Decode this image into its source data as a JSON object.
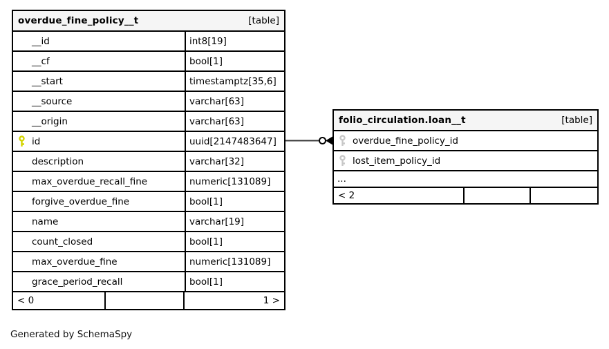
{
  "credit": "Generated by SchemaSpy",
  "colors": {
    "header_bg": "#f5f5f5",
    "border": "#000000",
    "primary_key": "#d4d400",
    "foreign_key": "#c8c8c8",
    "connector": "#3a3a3a"
  },
  "icons": {
    "primary_key": "key-icon",
    "foreign_key": "key-icon"
  },
  "relationship": {
    "from_table": "overdue_fine_policy__t",
    "from_column": "id",
    "to_table": "folio_circulation.loan__t",
    "to_column": "overdue_fine_policy_id"
  },
  "left_table": {
    "title": "overdue_fine_policy__t",
    "tag": "[table]",
    "rows": [
      {
        "name": "__id",
        "type": "int8[19]"
      },
      {
        "name": "__cf",
        "type": "bool[1]"
      },
      {
        "name": "__start",
        "type": "timestamptz[35,6]"
      },
      {
        "name": "__source",
        "type": "varchar[63]"
      },
      {
        "name": "__origin",
        "type": "varchar[63]"
      },
      {
        "name": "id",
        "type": "uuid[2147483647]",
        "key": "primary"
      },
      {
        "name": "description",
        "type": "varchar[32]"
      },
      {
        "name": "max_overdue_recall_fine",
        "type": "numeric[131089]"
      },
      {
        "name": "forgive_overdue_fine",
        "type": "bool[1]"
      },
      {
        "name": "name",
        "type": "varchar[19]"
      },
      {
        "name": "count_closed",
        "type": "bool[1]"
      },
      {
        "name": "max_overdue_fine",
        "type": "numeric[131089]"
      },
      {
        "name": "grace_period_recall",
        "type": "bool[1]"
      }
    ],
    "footer": {
      "left": "< 0",
      "middle": "",
      "right": "1 >"
    }
  },
  "right_table": {
    "title": "folio_circulation.loan__t",
    "tag": "[table]",
    "rows": [
      {
        "name": "overdue_fine_policy_id",
        "key": "foreign"
      },
      {
        "name": "lost_item_policy_id",
        "key": "foreign"
      }
    ],
    "dots": "...",
    "footer": {
      "left": "< 2",
      "middle": "",
      "right": ""
    }
  }
}
